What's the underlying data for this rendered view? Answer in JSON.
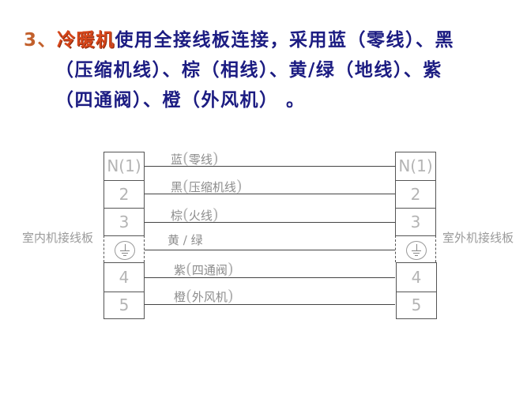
{
  "heading": {
    "number": "3、",
    "highlight": "冷暖机",
    "line1_rest": "使用全接线板连接，采用蓝（零线）、黑",
    "line2": "（压缩机线）、棕（相线）、黄/绿（地线）、紫",
    "line3": "（四通阀）、橙（外风机）  。"
  },
  "diagram": {
    "left_board_label": "室内机接线板",
    "right_board_label": "室外机接线板",
    "terminals": [
      "N(1)",
      "2",
      "3",
      "ground-symbol",
      "4",
      "5"
    ],
    "wires": [
      {
        "terminal": "N(1)",
        "color_name": "蓝",
        "function": "零线"
      },
      {
        "terminal": "2",
        "color_name": "黑",
        "function": "压缩机线"
      },
      {
        "terminal": "3",
        "color_name": "棕",
        "function": "火线"
      },
      {
        "terminal": "ground",
        "color_name": "黄 / 绿",
        "function": ""
      },
      {
        "terminal": "4",
        "color_name": "紫",
        "function": "四通阀"
      },
      {
        "terminal": "5",
        "color_name": "橙",
        "function": "外风机"
      }
    ],
    "paren_open": "(",
    "paren_close": ")"
  }
}
